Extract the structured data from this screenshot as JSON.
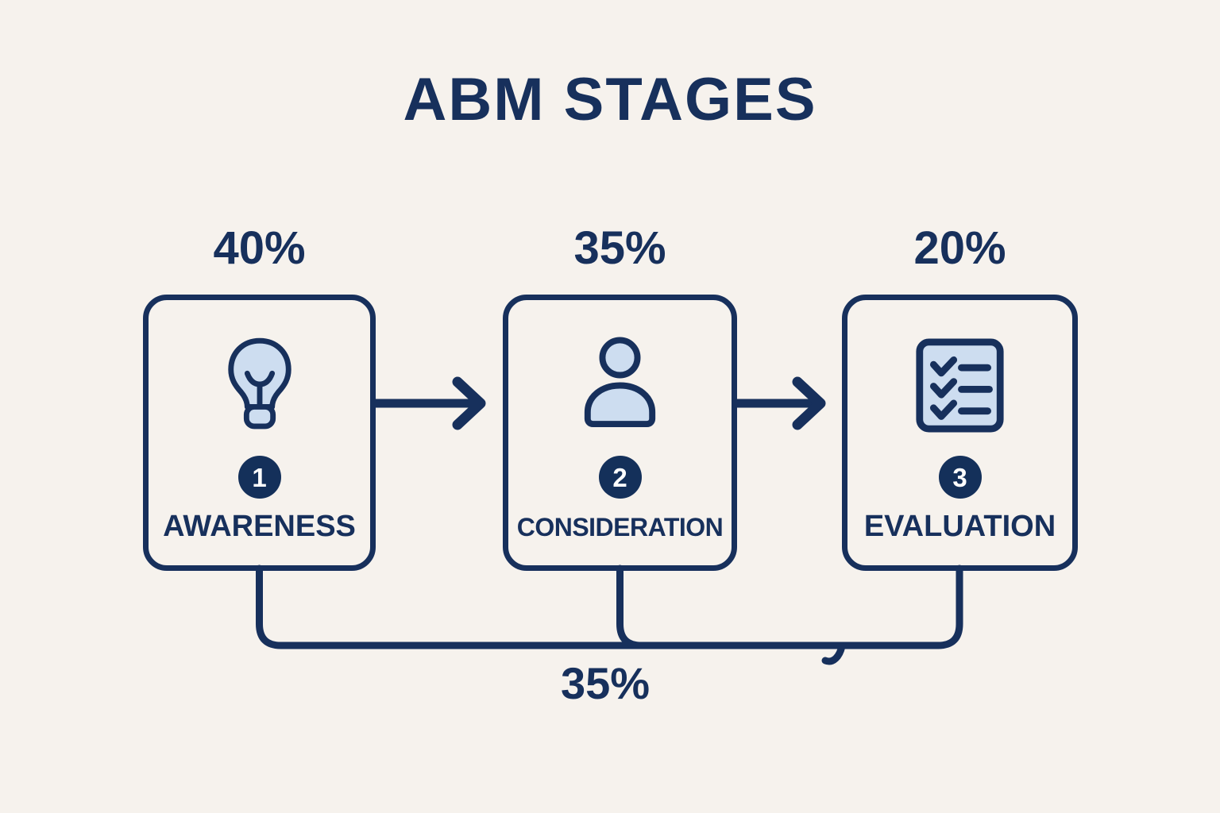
{
  "title": "ABM STAGES",
  "colors": {
    "navy": "#17305c",
    "light_blue": "#cdddf0",
    "background": "#f6f2ed",
    "badge_text": "#ffffff"
  },
  "stages": [
    {
      "number": "1",
      "label": "AWARENESS",
      "percent": "40%",
      "icon": "lightbulb-icon"
    },
    {
      "number": "2",
      "label": "CONSIDERATION",
      "percent": "35%",
      "icon": "person-icon"
    },
    {
      "number": "3",
      "label": "EVALUATION",
      "percent": "20%",
      "icon": "checklist-icon"
    }
  ],
  "bottom_connector": {
    "percent": "35%"
  }
}
